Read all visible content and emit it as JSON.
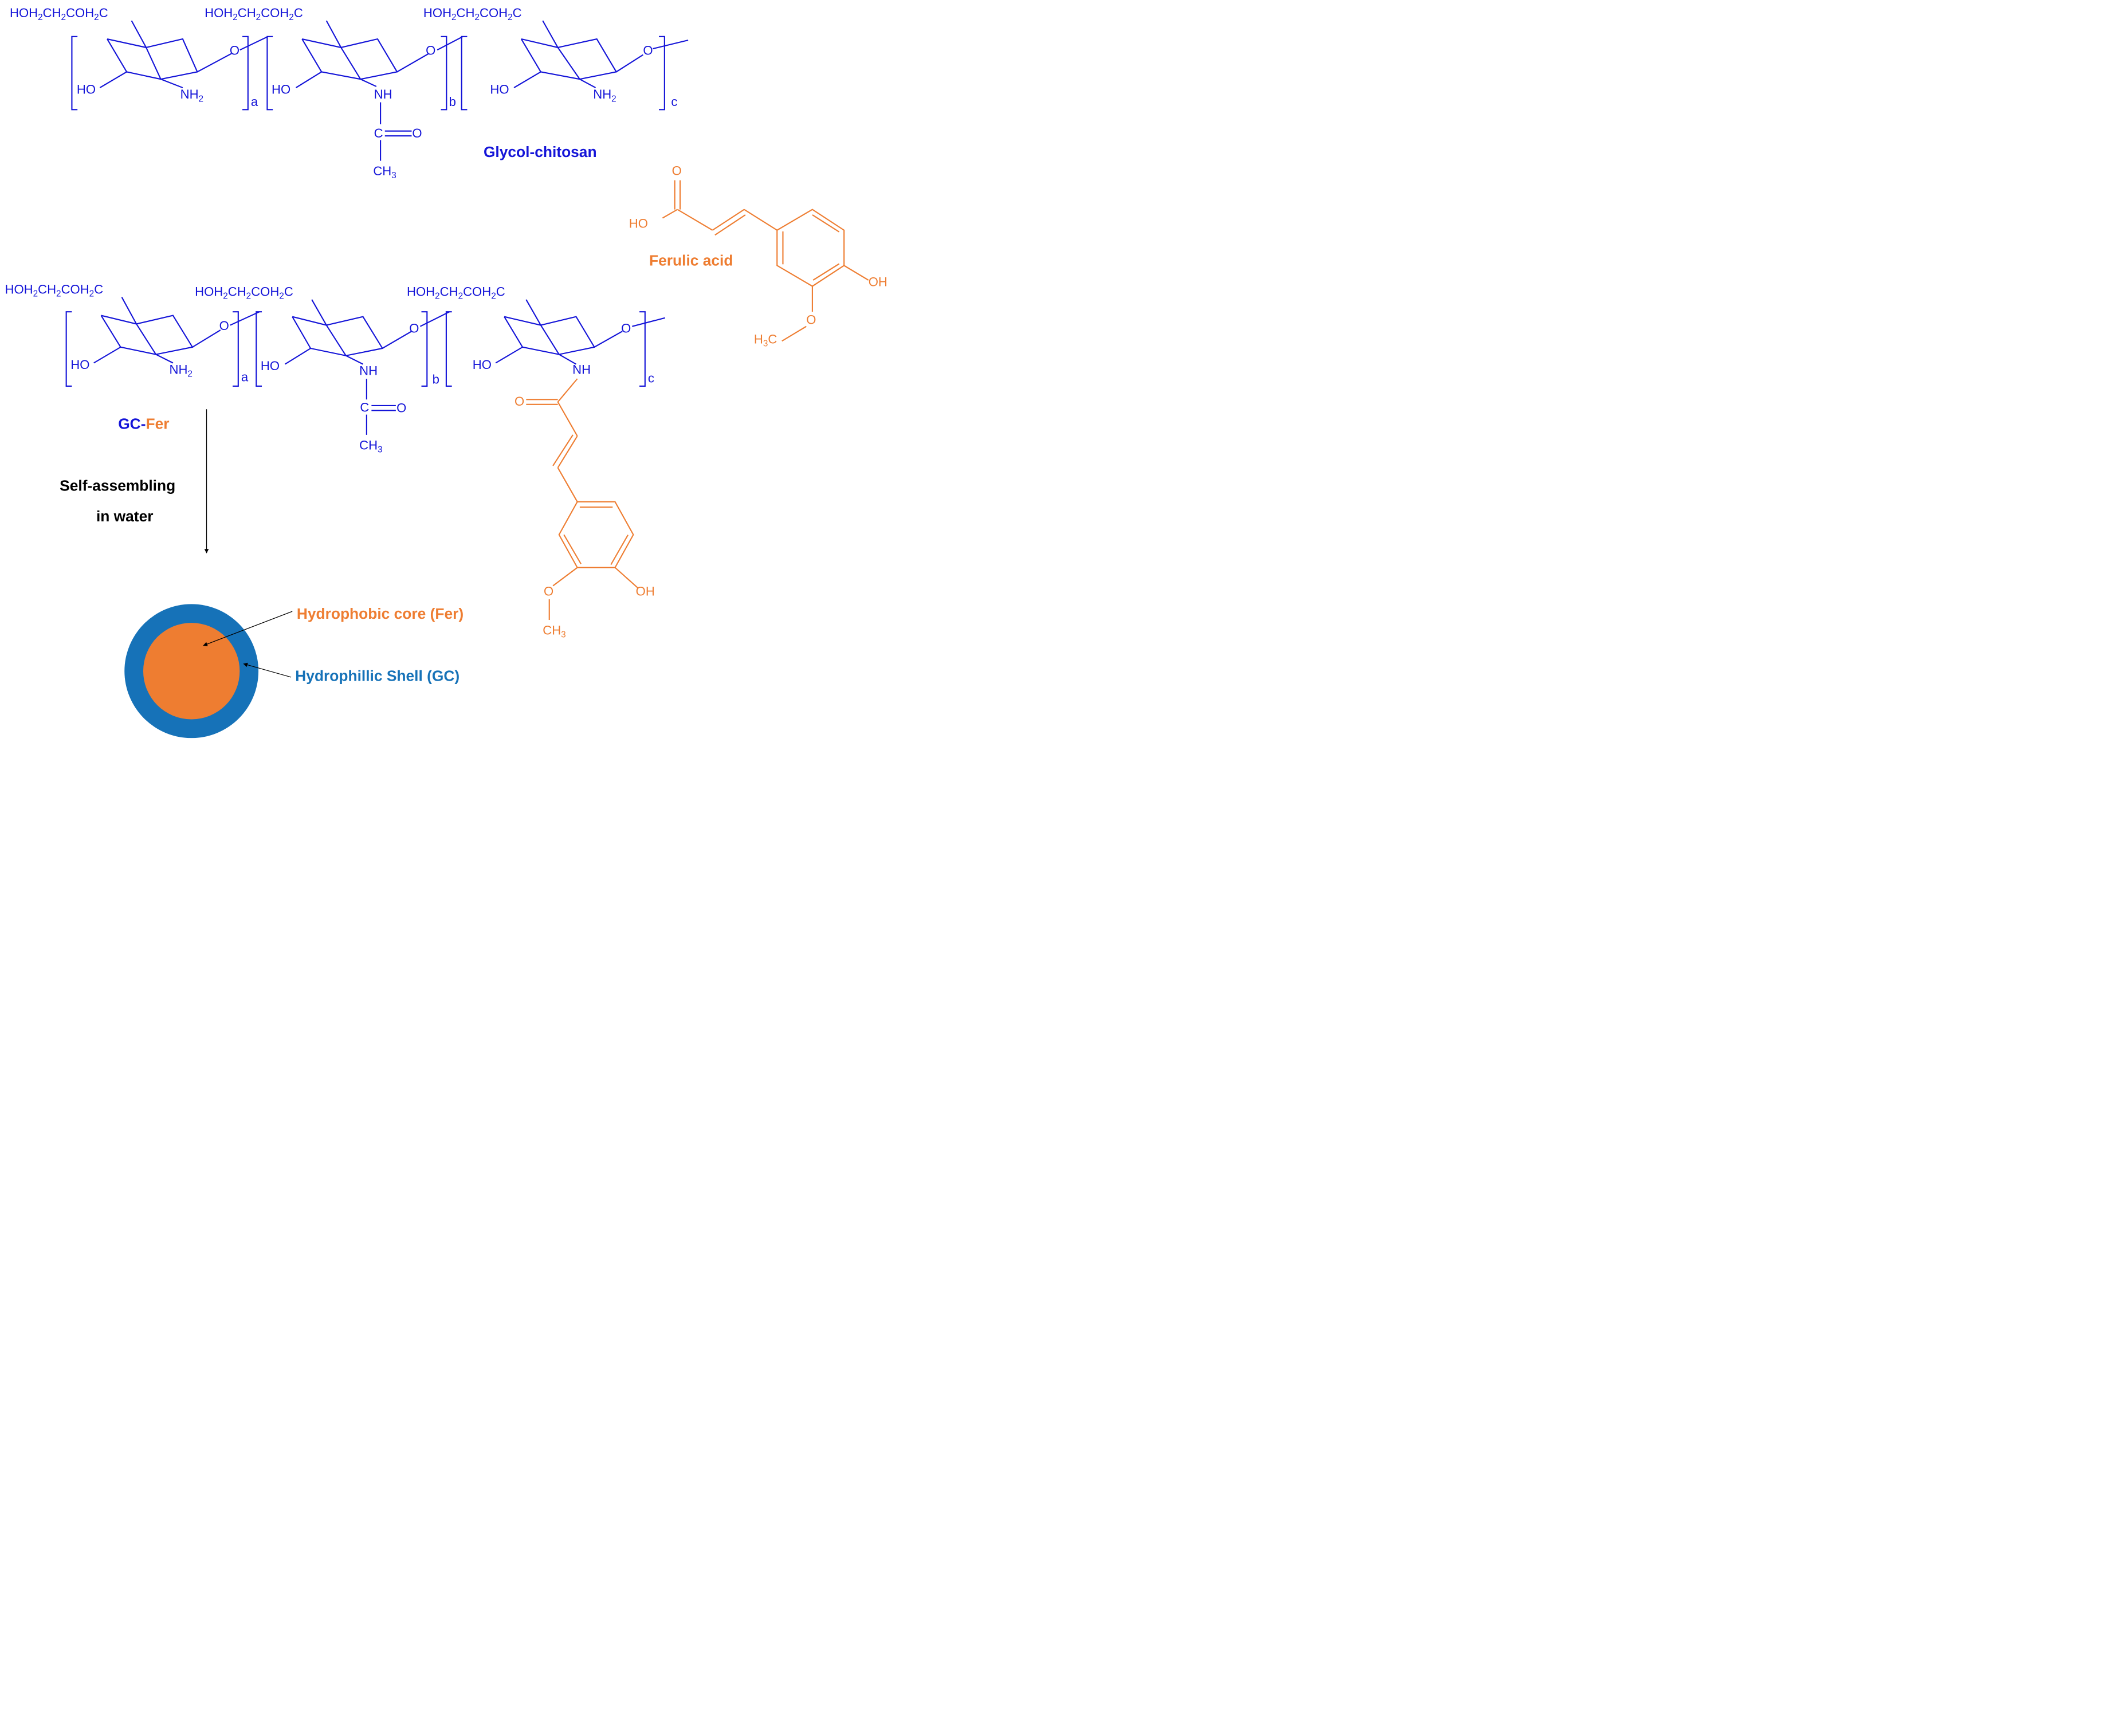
{
  "labels": {
    "glycol_chitosan": "Glycol-chitosan",
    "ferulic_acid": "Ferulic acid",
    "gc_prefix": "GC-",
    "gc_fer": "Fer",
    "self_assembling_line1": "Self-assembling",
    "self_assembling_line2": "in water",
    "core": "Hydrophobic core (Fer)",
    "shell": "Hydrophillic Shell (GC)"
  },
  "atoms": {
    "side_chain": "HOH",
    "side_chain_mid": "CH",
    "side_chain_end": "COH",
    "side_chain_c": "C",
    "sub2": "2",
    "sub3": "3",
    "ho": "HO",
    "oh": "OH",
    "nh": "NH",
    "nh2": "NH",
    "o": "O",
    "c": "C",
    "ch3": "CH",
    "h3c_h": "H",
    "h3c_c": "C",
    "repeat_a": "a",
    "repeat_b": "b",
    "repeat_c": "c"
  },
  "colors": {
    "polymer": "#1414d8",
    "ferulic": "#ee7d31",
    "shell": "#1672b8",
    "core": "#ee7d31"
  }
}
